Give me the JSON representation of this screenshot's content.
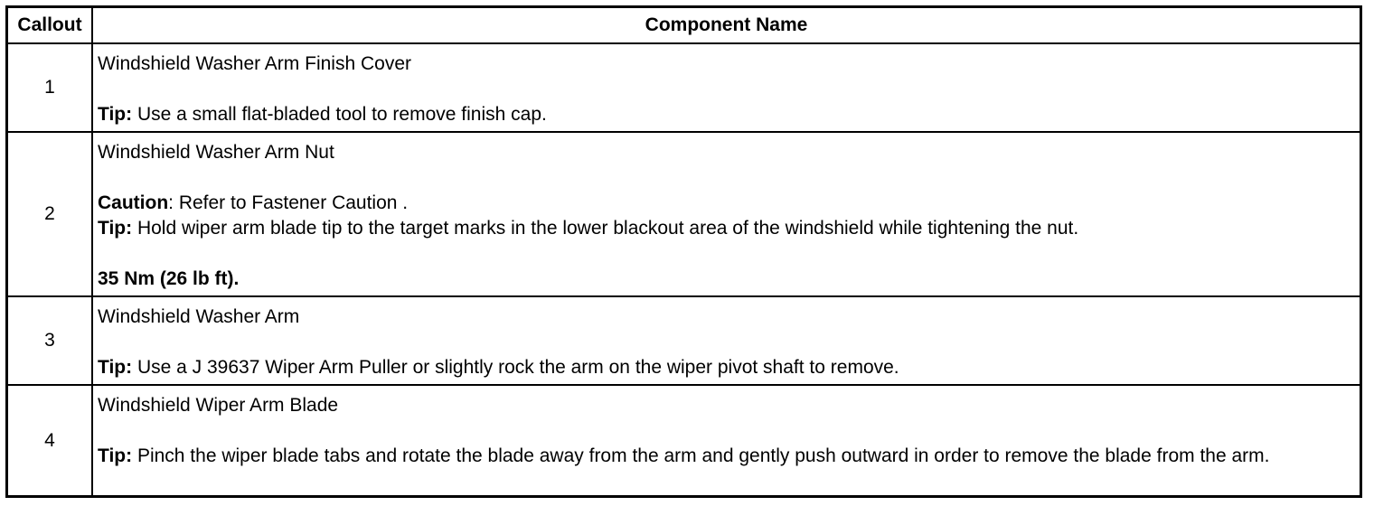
{
  "table": {
    "headers": {
      "callout": "Callout",
      "component": "Component Name"
    },
    "rows": [
      {
        "callout": "1",
        "name": "Windshield Washer Arm Finish Cover",
        "tip_label": "Tip:",
        "tip_text": " Use a small flat-bladed tool to remove finish cap."
      },
      {
        "callout": "2",
        "name": "Windshield Washer Arm Nut",
        "caution_label": "Caution",
        "caution_text": ": Refer to Fastener Caution .",
        "tip_label": "Tip:",
        "tip_text": " Hold wiper arm blade tip to the target marks in the lower blackout area of the windshield while tightening the nut.",
        "torque": "35 Nm (26 lb ft)."
      },
      {
        "callout": "3",
        "name": "Windshield Washer Arm",
        "tip_label": "Tip:",
        "tip_text": " Use a J 39637 Wiper Arm Puller or slightly rock the arm on the wiper pivot shaft to remove."
      },
      {
        "callout": "4",
        "name": "Windshield Wiper Arm Blade",
        "tip_label": "Tip:",
        "tip_text": " Pinch the wiper blade tabs and rotate the blade away from the arm and gently push outward in order to remove the blade from the arm."
      }
    ]
  }
}
